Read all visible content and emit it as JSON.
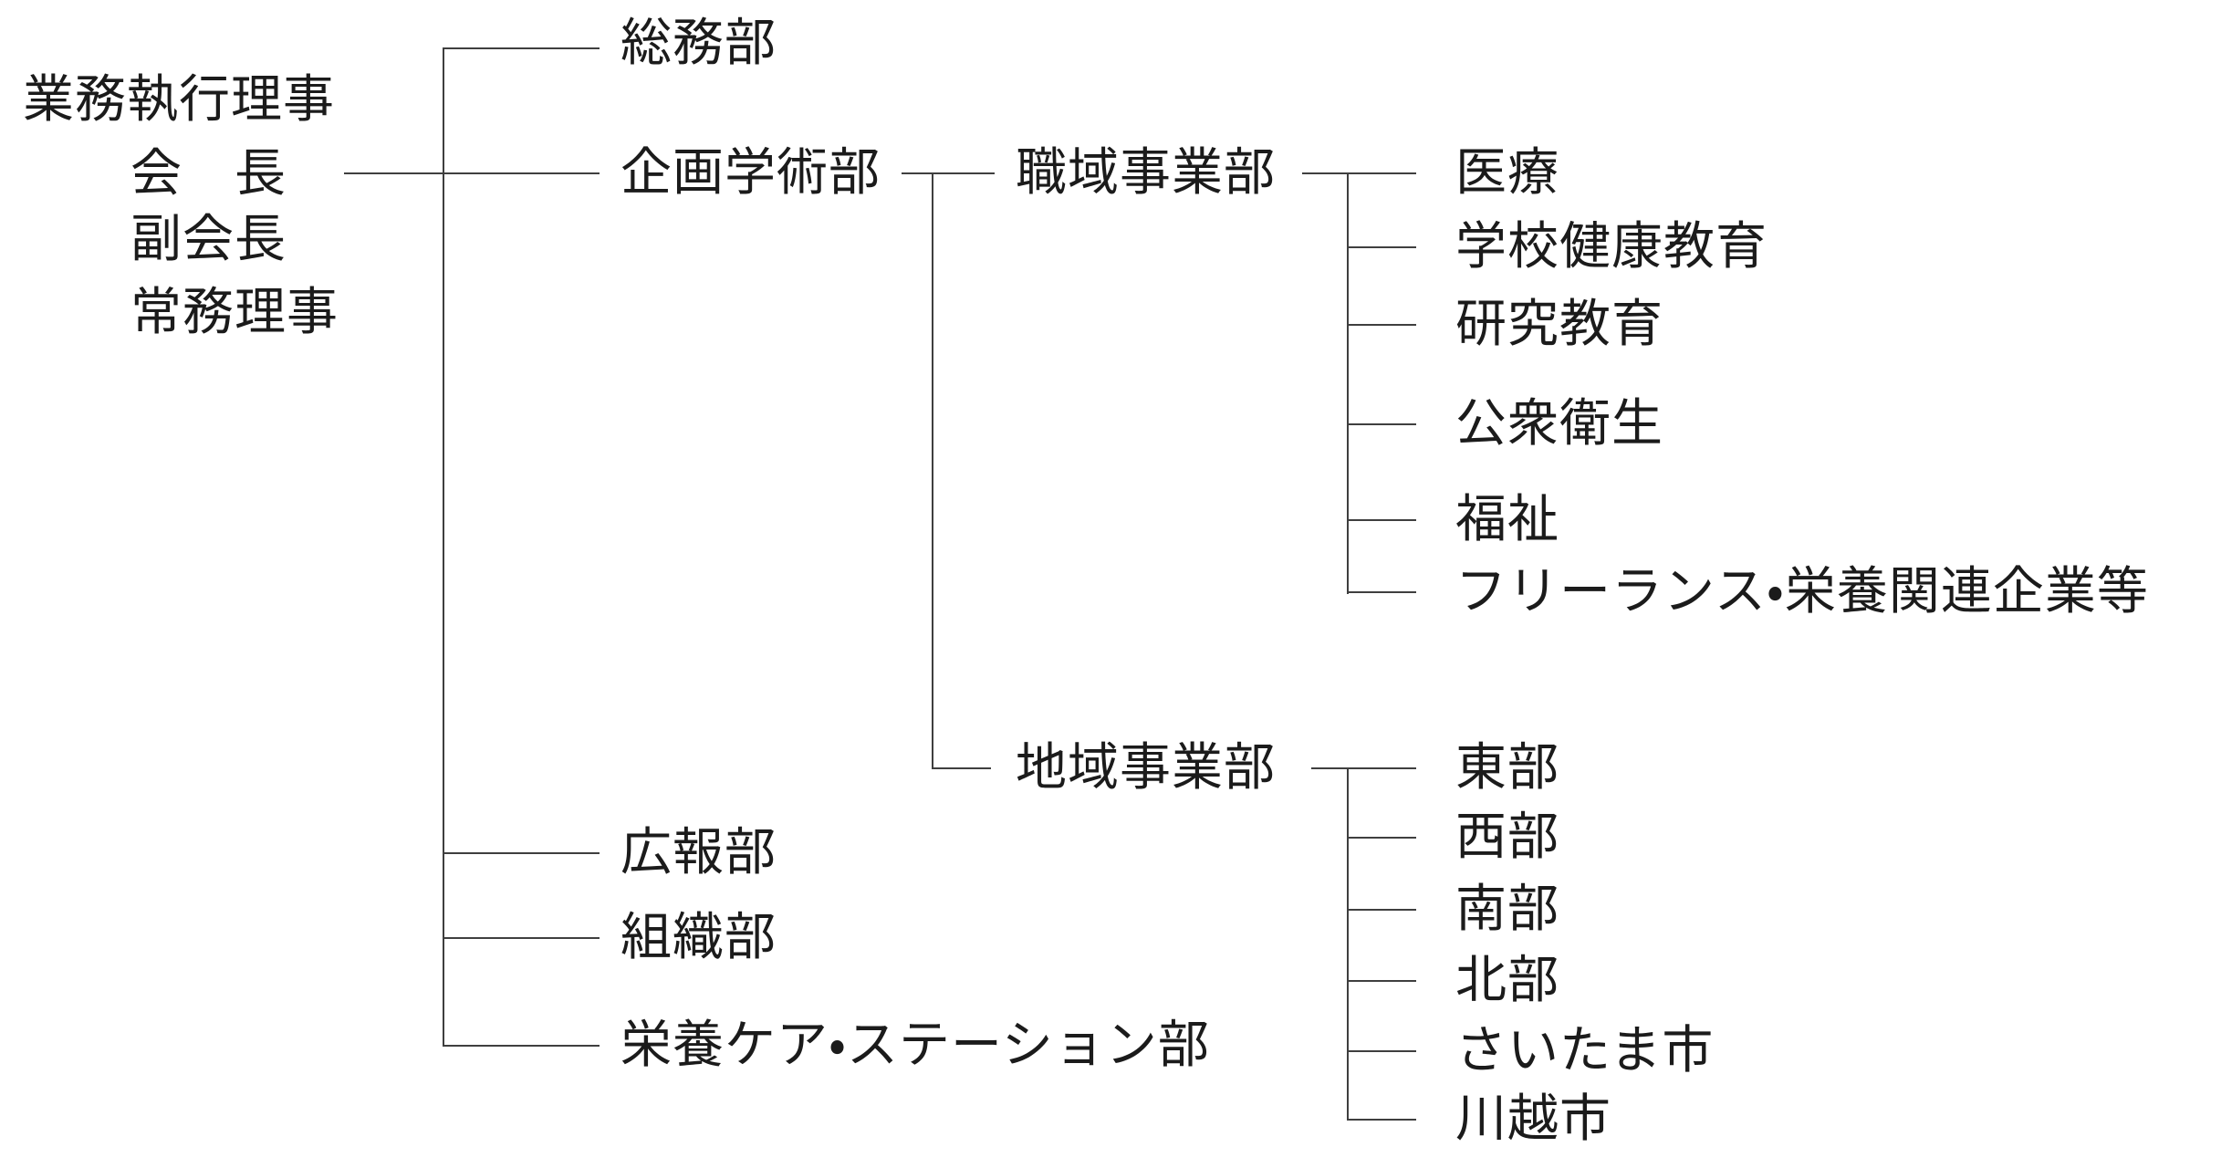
{
  "diagram": {
    "title": "organization-chart",
    "colors": {
      "background": "#ffffff",
      "line": "#3f3f3f",
      "text": "#1b1b1b"
    },
    "root": {
      "lines": [
        "業務執行理事",
        "会　長",
        "副会長",
        "常務理事"
      ]
    },
    "departments": [
      {
        "label": "総務部"
      },
      {
        "label": "企画学術部",
        "children": [
          {
            "label": "職域事業部",
            "children": [
              {
                "label": "医療"
              },
              {
                "label": "学校健康教育"
              },
              {
                "label": "研究教育"
              },
              {
                "label": "公衆衛生"
              },
              {
                "label": "福祉"
              },
              {
                "label": "フリーランス・栄養関連企業等"
              }
            ]
          },
          {
            "label": "地域事業部",
            "children": [
              {
                "label": "東部"
              },
              {
                "label": "西部"
              },
              {
                "label": "南部"
              },
              {
                "label": "北部"
              },
              {
                "label": "さいたま市"
              },
              {
                "label": "川越市"
              }
            ]
          }
        ]
      },
      {
        "label": "広報部"
      },
      {
        "label": "組織部"
      },
      {
        "label": "栄養ケア・ステーション部"
      }
    ]
  }
}
